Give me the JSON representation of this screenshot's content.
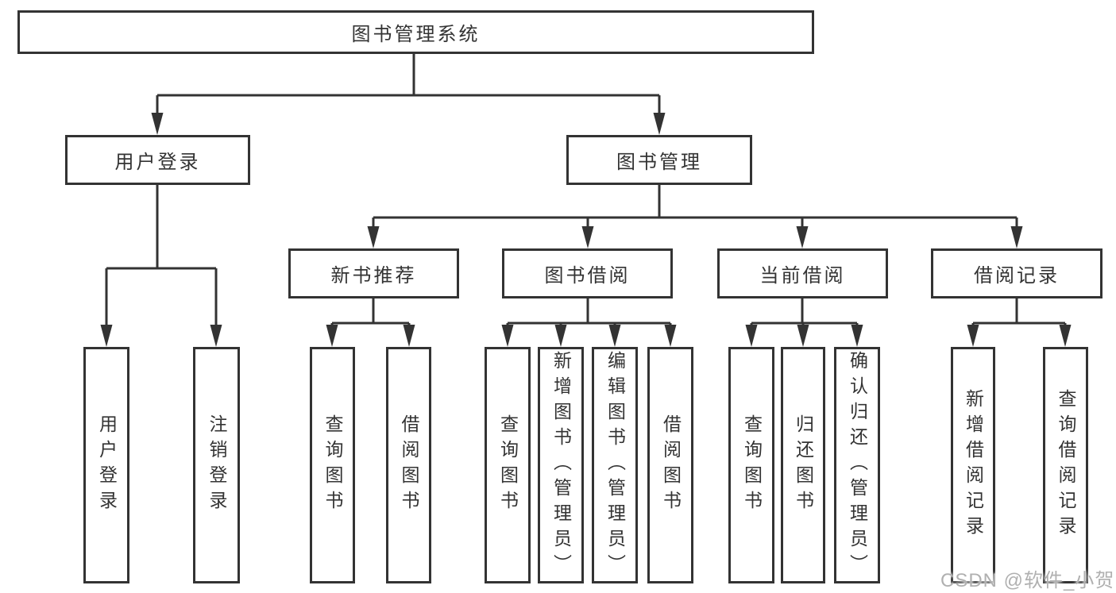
{
  "diagram": {
    "title": "图书管理系统",
    "root": {
      "label": "图书管理系统"
    },
    "branches": [
      {
        "label": "用户登录",
        "leaves": [
          "用户登录",
          "注销登录"
        ]
      },
      {
        "label": "图书管理",
        "groups": [
          {
            "label": "新书推荐",
            "leaves": [
              "查询图书",
              "借阅图书"
            ]
          },
          {
            "label": "图书借阅",
            "leaves": [
              "查询图书",
              "新增图书（管理员）",
              "编辑图书（管理员）",
              "借阅图书"
            ]
          },
          {
            "label": "当前借阅",
            "leaves": [
              "查询图书",
              "归还图书",
              "确认归还（管理员）"
            ]
          },
          {
            "label": "借阅记录",
            "leaves": [
              "新增借阅记录",
              "查询借阅记录"
            ]
          }
        ]
      }
    ]
  },
  "watermark": {
    "text": "CSDN @软件_小贺同学"
  },
  "colors": {
    "line": "#333333",
    "text": "#333333",
    "watermark": "#b0b0b0",
    "background": "#ffffff"
  }
}
